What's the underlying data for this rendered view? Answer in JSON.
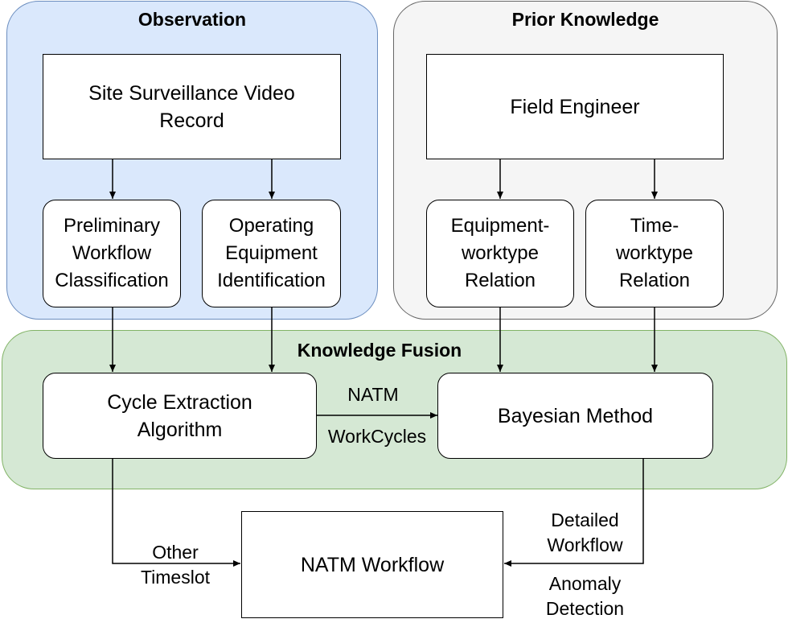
{
  "regions": {
    "observation": "Observation",
    "prior_knowledge": "Prior Knowledge",
    "knowledge_fusion": "Knowledge Fusion"
  },
  "nodes": {
    "site_video": "Site Surveillance Video\nRecord",
    "preliminary": "Preliminary\nWorkflow\nClassification",
    "operating": "Operating\nEquipment\nIdentification",
    "field_engineer": "Field Engineer",
    "equipment_relation": "Equipment-\nworktype\nRelation",
    "time_relation": "Time-\nworktype\nRelation",
    "cycle_extraction": "Cycle Extraction\nAlgorithm",
    "bayesian": "Bayesian Method",
    "natm_workflow": "NATM Workflow"
  },
  "edge_labels": {
    "natm": "NATM",
    "workcycles": "WorkCycles",
    "other_timeslot": "Other\nTimeslot",
    "detailed_workflow": "Detailed\nWorkflow",
    "anomaly_detection": "Anomaly\nDetection"
  }
}
